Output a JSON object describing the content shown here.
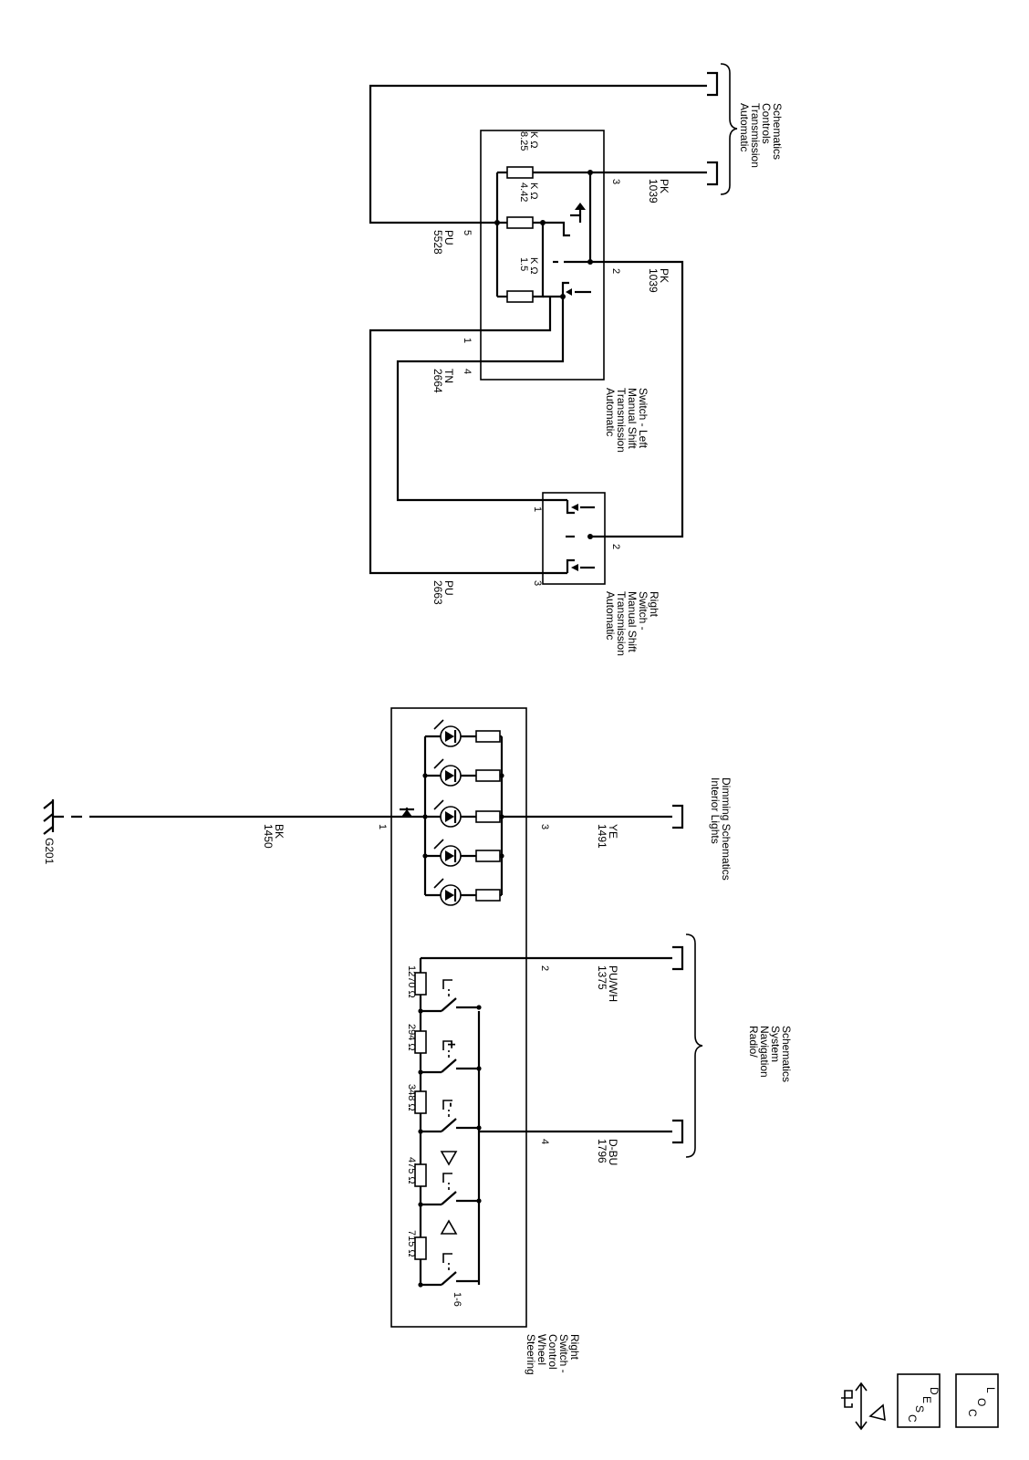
{
  "blocks": {
    "atc_schematics": [
      "Automatic",
      "Transmission",
      "Controls",
      "Schematics"
    ],
    "left_switch": [
      "Automatic",
      "Transmission",
      "Manual Shift",
      "Switch - Left"
    ],
    "right_switch": [
      "Automatic",
      "Transmission",
      "Manual Shift",
      "Switch -",
      "Right"
    ],
    "interior_lights": [
      "Interior Lights",
      "Dimming Schematics"
    ],
    "radio_nav": [
      "Radio/",
      "Navigation",
      "System",
      "Schematics"
    ],
    "steering_switch": [
      "Steering",
      "Wheel",
      "Control",
      "Switch -",
      "Right"
    ]
  },
  "resistors_left": [
    "8.25",
    "K Ω",
    "4.42",
    "K Ω",
    "1.5",
    "K Ω"
  ],
  "resistors_right": [
    "1270 Ω",
    "294 Ω",
    "348 Ω",
    "475 Ω",
    "715 Ω"
  ],
  "circuits": {
    "c1039a": [
      "1039",
      "PK"
    ],
    "c1039b": [
      "1039",
      "PK"
    ],
    "c5528": [
      "5528",
      "PU"
    ],
    "c2664": [
      "2664",
      "TN"
    ],
    "c2663": [
      "2663",
      "PU"
    ],
    "c1450": [
      "1450",
      "BK"
    ],
    "c1491": [
      "1491",
      "YE"
    ],
    "c1375": [
      "1375",
      "PU/WH"
    ],
    "c1796": [
      "1796",
      "D-BU"
    ]
  },
  "pins": {
    "left_3": "3",
    "left_2": "2",
    "left_5": "5",
    "left_1": "1",
    "left_4": "4",
    "right_1": "1",
    "right_2": "2",
    "right_3": "3",
    "sw_1": "1",
    "sw_3": "3",
    "sw_2": "2",
    "sw_4": "4",
    "sw_range": "1-6"
  },
  "ground": "G201",
  "switch_symbols": [
    "+",
    "-"
  ],
  "nav_icons": {
    "desc": [
      "D",
      "E",
      "S",
      "C"
    ],
    "loc": [
      "L",
      "O",
      "C"
    ]
  }
}
